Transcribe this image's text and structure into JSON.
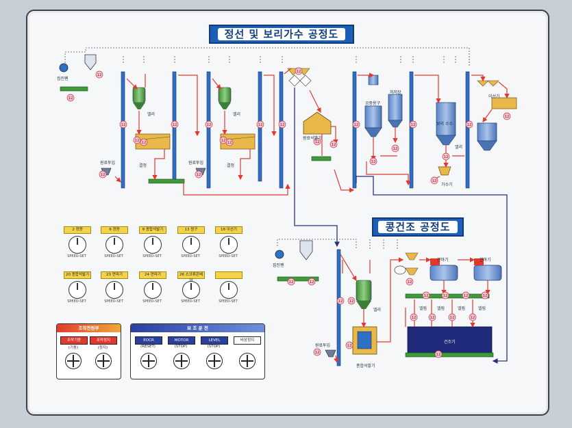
{
  "titles": {
    "top": "정선 및 보리가수 공정도",
    "bottom": "콩건조 공정도"
  },
  "top_labels": {
    "dust_collector": "집진팬",
    "lift_2": "엘리",
    "stone_1": "결정",
    "raw_input_1": "원료투입",
    "lift_2b": "엘리",
    "stone_2": "결정",
    "raw_input_2": "원료투입",
    "hopper_separator": "원료석별기",
    "bin_1": "공중용구",
    "bin_2": "저저장",
    "tank_1": "보리 수수",
    "water_adder": "가수기",
    "lift_3": "엘리",
    "dryer_top": "이선기"
  },
  "bottom_labels": {
    "dust_collector": "집진팬",
    "raw_input": "원료투입",
    "stone_sep": "종합석발기",
    "lift": "엘리",
    "roller_1": "연마기",
    "roller_2": "연마기",
    "elevators": [
      "엘림",
      "엘림",
      "엘림",
      "엘림"
    ],
    "dryer": "건조기"
  },
  "dials": [
    {
      "label": "2 정량",
      "speed": "SPEED-SET"
    },
    {
      "label": "6 정량",
      "speed": "SPEED-SET"
    },
    {
      "label": "8 종합석발기",
      "speed": "SPEED-SET"
    },
    {
      "label": "13 원구",
      "speed": "SPEED-SET"
    },
    {
      "label": "18 이선기",
      "speed": "SPEED-SET"
    },
    {
      "label": "20 종합석발기",
      "speed": "SPEED-SET"
    },
    {
      "label": "23 연마기",
      "speed": "SPEED-SET"
    },
    {
      "label": "24 연마기",
      "speed": "SPEED-SET"
    },
    {
      "label": "26 스크류콘베어",
      "speed": "SPEED-SET"
    },
    {
      "label": "",
      "speed": "SPEED-SET"
    }
  ],
  "power_panel": {
    "title": "조작전원부",
    "buttons": [
      {
        "label": "조작기동",
        "sub": "(기동)"
      },
      {
        "label": "조작정지",
        "sub": "(정지)"
      }
    ]
  },
  "aux_panel": {
    "title": "보 조 운 전",
    "buttons": [
      {
        "label": "EOCR",
        "sub": "(RESET)"
      },
      {
        "label": "MOTOR",
        "sub": "(STOP)"
      },
      {
        "label": "LEVEL",
        "sub": "(STOP)"
      },
      {
        "label": "비상정지",
        "sub": ""
      }
    ]
  },
  "node_number": "12",
  "colors": {
    "pipe_red": "#e2382e",
    "pipe_navy": "#27307c",
    "elevator_blue": "#2f6fc4",
    "green": "#3f9a3a",
    "yellow_label": "#f2d34a",
    "title_blue": "#1b5fb8"
  }
}
